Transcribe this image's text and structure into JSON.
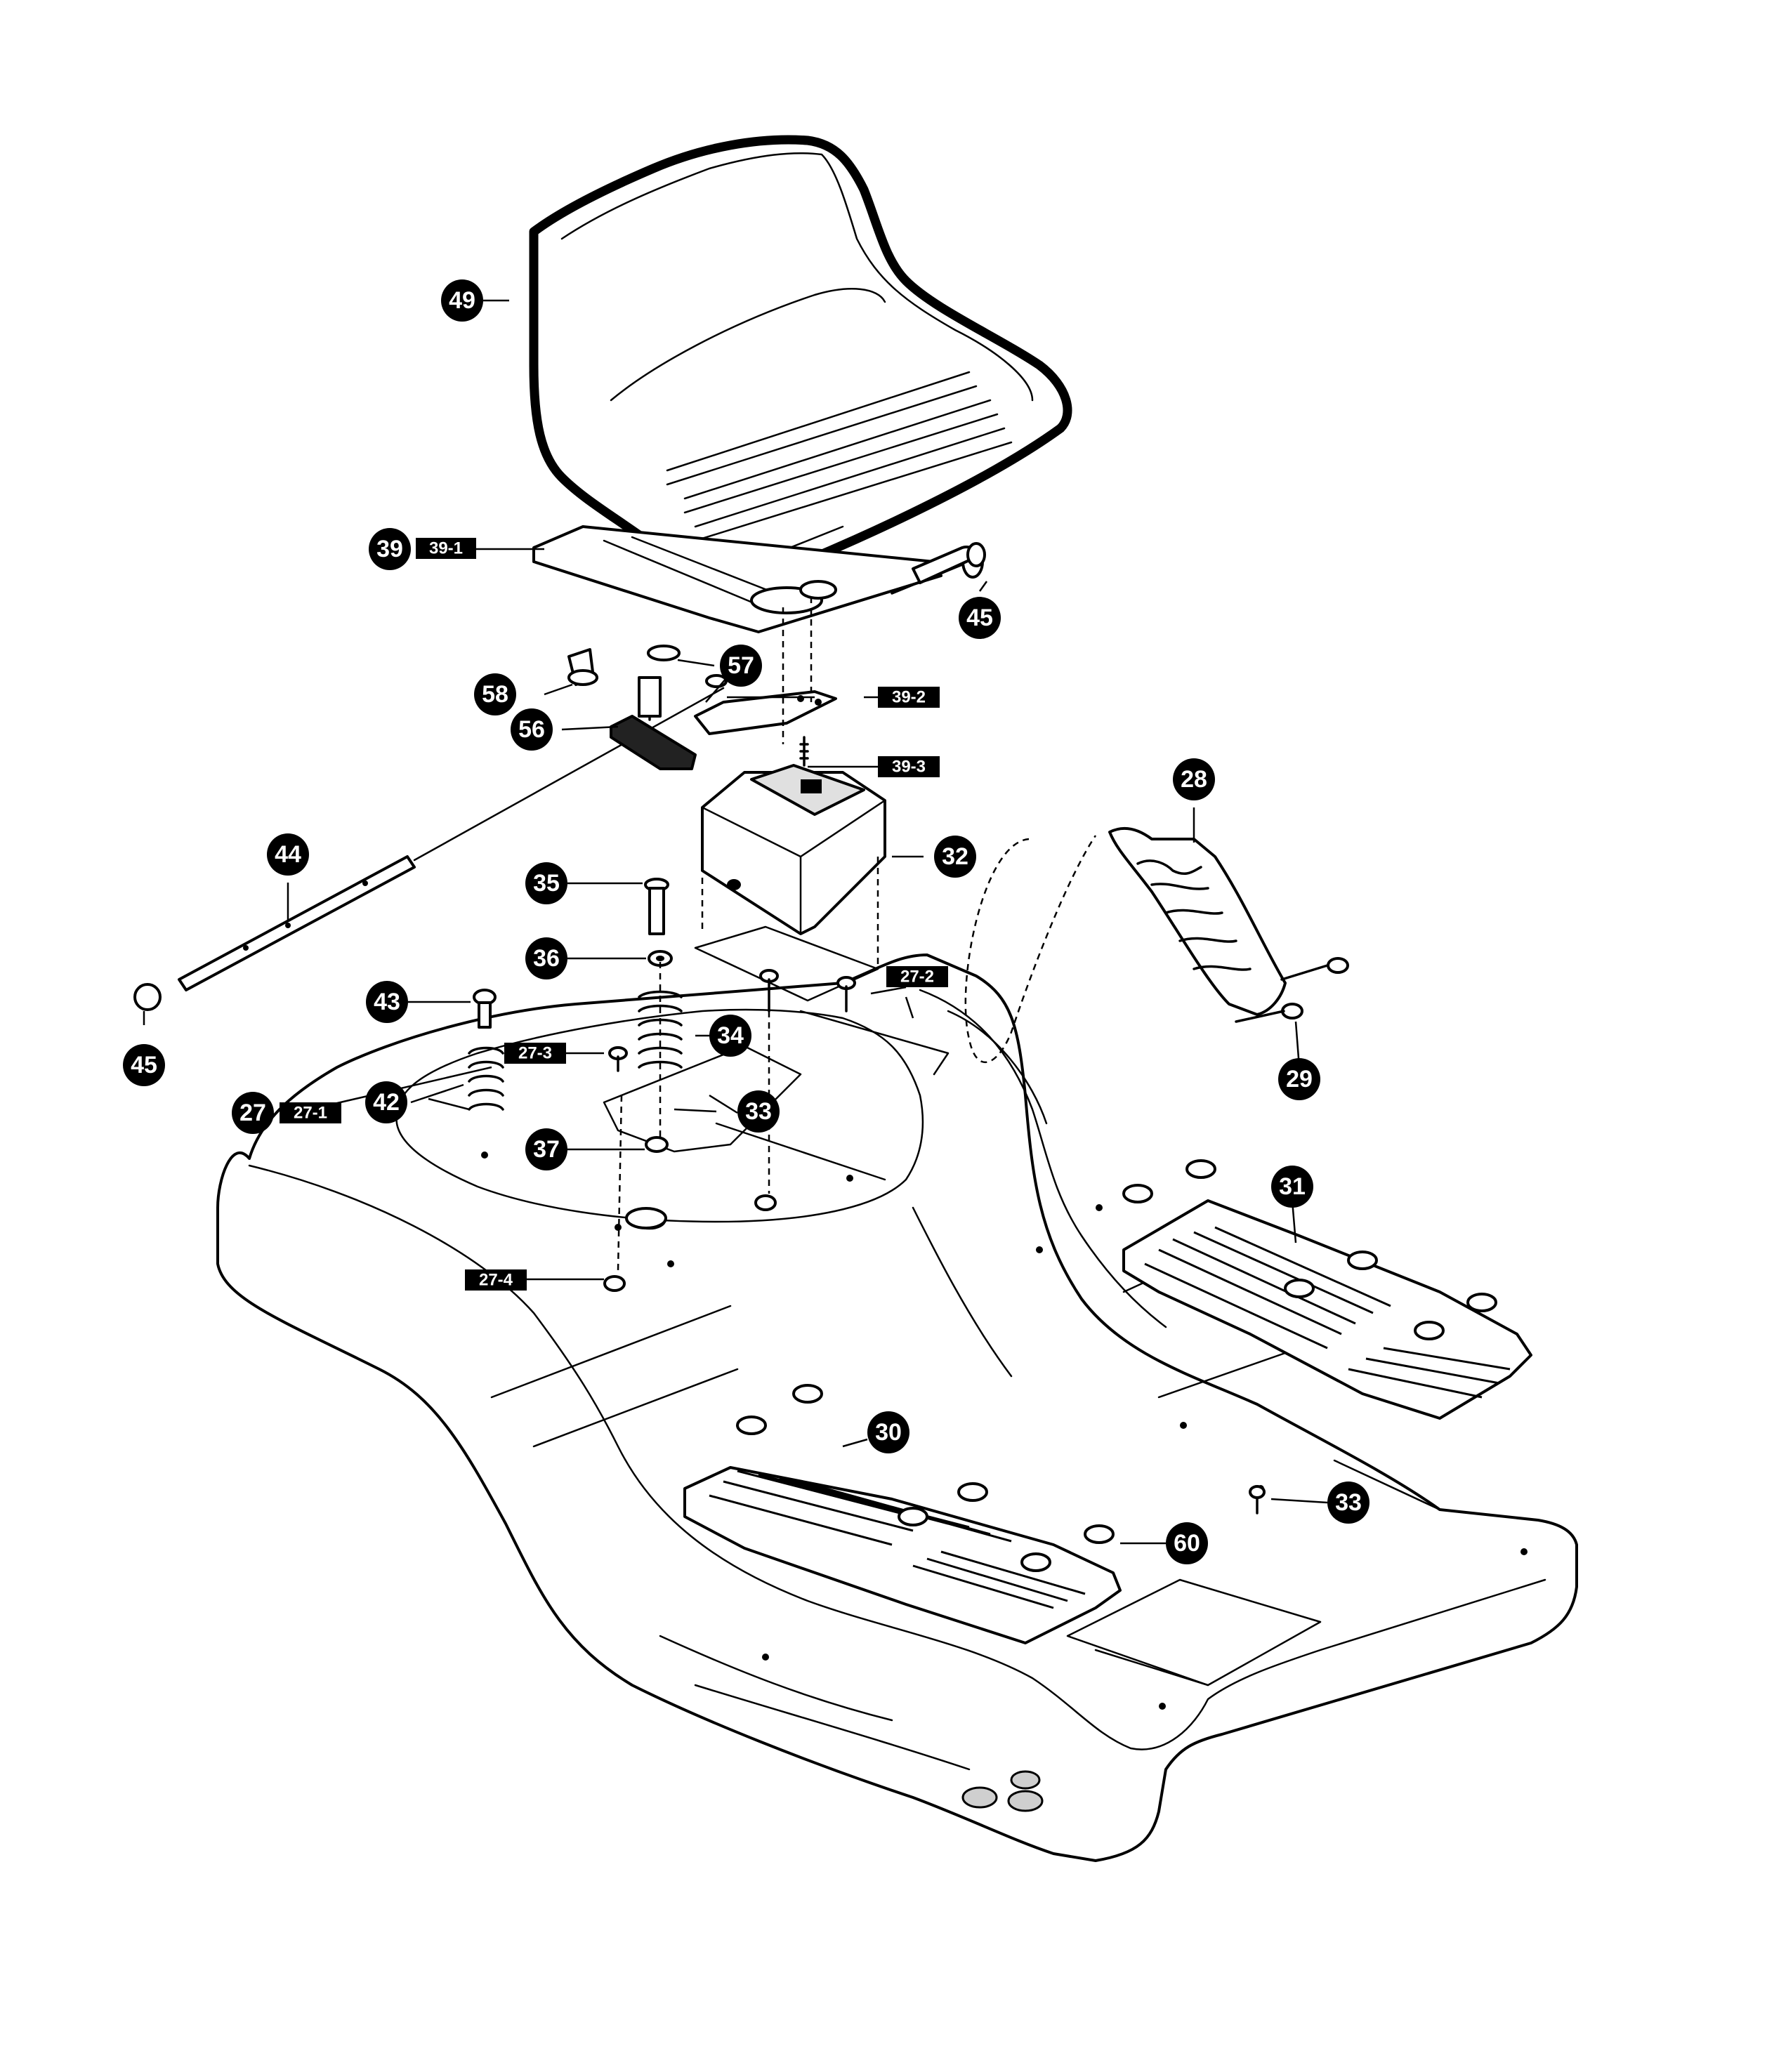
{
  "callouts": [
    {
      "id": "c49",
      "label": "49"
    },
    {
      "id": "c39",
      "label": "39"
    },
    {
      "id": "c45a",
      "label": "45"
    },
    {
      "id": "c57",
      "label": "57"
    },
    {
      "id": "c58",
      "label": "58"
    },
    {
      "id": "c56",
      "label": "56"
    },
    {
      "id": "c28",
      "label": "28"
    },
    {
      "id": "c32",
      "label": "32"
    },
    {
      "id": "c44",
      "label": "44"
    },
    {
      "id": "c35",
      "label": "35"
    },
    {
      "id": "c36",
      "label": "36"
    },
    {
      "id": "c43",
      "label": "43"
    },
    {
      "id": "c34",
      "label": "34"
    },
    {
      "id": "c29",
      "label": "29"
    },
    {
      "id": "c45b",
      "label": "45"
    },
    {
      "id": "c33a",
      "label": "33"
    },
    {
      "id": "c42",
      "label": "42"
    },
    {
      "id": "c27",
      "label": "27"
    },
    {
      "id": "c37",
      "label": "37"
    },
    {
      "id": "c31",
      "label": "31"
    },
    {
      "id": "c30",
      "label": "30"
    },
    {
      "id": "c33b",
      "label": "33"
    },
    {
      "id": "c60",
      "label": "60"
    }
  ],
  "tags": [
    {
      "id": "t39-1",
      "label": "39-1"
    },
    {
      "id": "t39-2",
      "label": "39-2"
    },
    {
      "id": "t39-3",
      "label": "39-3"
    },
    {
      "id": "t27-2",
      "label": "27-2"
    },
    {
      "id": "t27-3",
      "label": "27-3"
    },
    {
      "id": "t27-1",
      "label": "27-1"
    },
    {
      "id": "t27-4",
      "label": "27-4"
    }
  ]
}
